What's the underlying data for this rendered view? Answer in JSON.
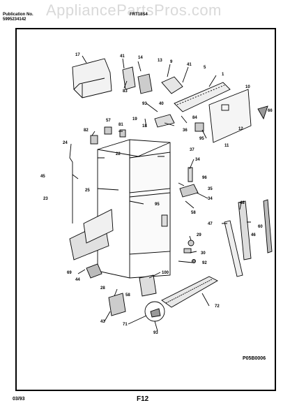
{
  "header": {
    "publication": "Publication No.",
    "part_number": "5995234142",
    "model": "FRT18S4",
    "watermark": "AppliancePartsPros.com"
  },
  "diagram_code": "P05B0006",
  "footer": {
    "date": "03/93",
    "page": "F12"
  },
  "callouts": [
    "17",
    "41",
    "14",
    "13",
    "9",
    "41",
    "5",
    "1",
    "10",
    "83",
    "93",
    "40",
    "66",
    "84",
    "12",
    "95",
    "36",
    "37",
    "11",
    "57",
    "82",
    "81",
    "19",
    "18",
    "22",
    "34",
    "96",
    "24",
    "25",
    "45",
    "23",
    "35",
    "34",
    "58",
    "95",
    "47",
    "48",
    "60",
    "46",
    "29",
    "30",
    "92",
    "69",
    "44",
    "100",
    "28",
    "58",
    "43",
    "72",
    "71",
    "93"
  ]
}
